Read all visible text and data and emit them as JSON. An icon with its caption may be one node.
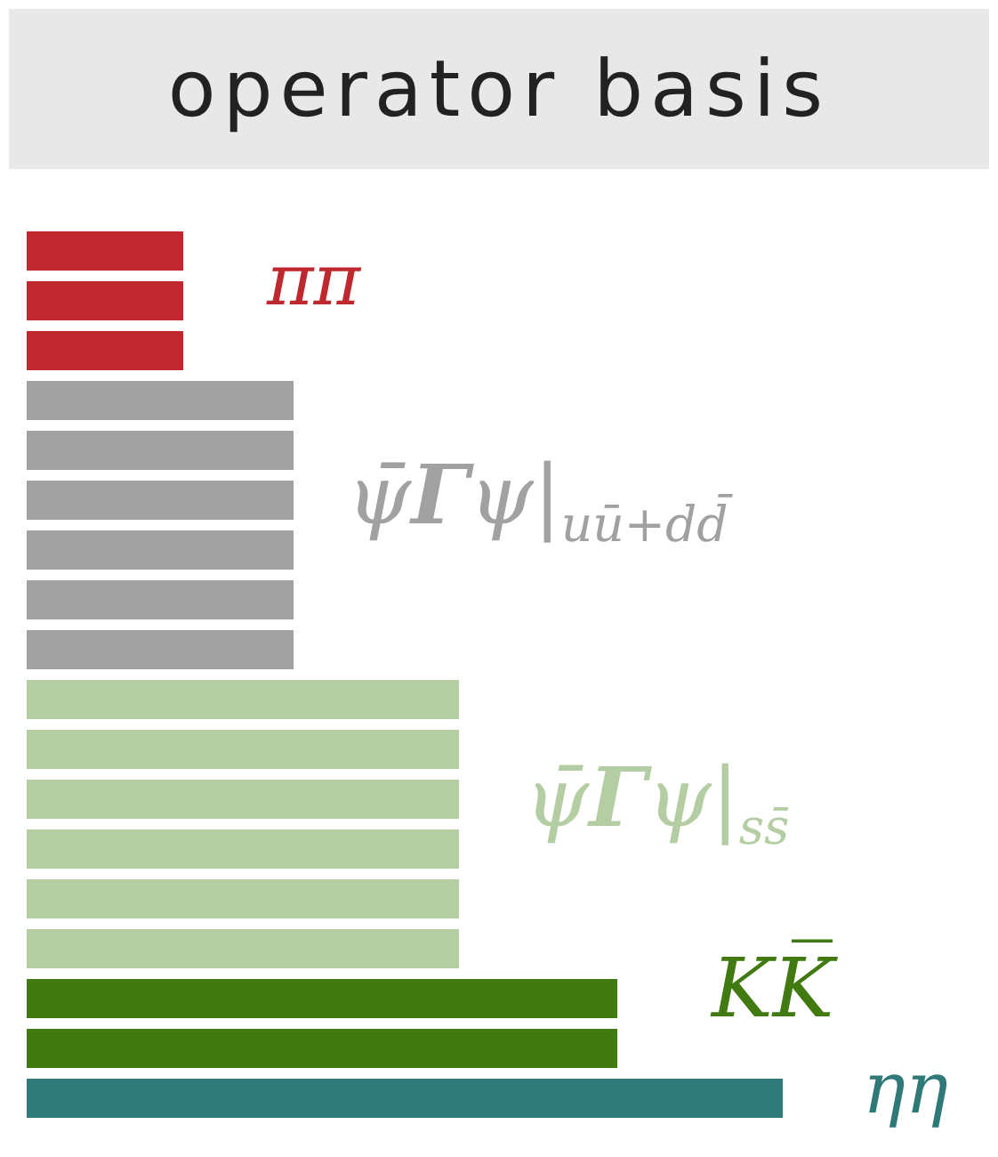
{
  "diagram": {
    "title": "operator basis",
    "nodes": [
      {
        "text": [],
        "shape": "bar"
      },
      {
        "text": [],
        "shape": "bar"
      },
      {
        "text": [],
        "shape": "bar"
      },
      {
        "text": [],
        "shape": "bar"
      },
      {
        "text": [],
        "shape": "bar"
      },
      {
        "text": [],
        "shape": "bar"
      },
      {
        "text": [],
        "shape": "bar"
      },
      {
        "text": [],
        "shape": "bar"
      },
      {
        "text": [],
        "shape": "bar"
      },
      {
        "text": [],
        "shape": "bar"
      },
      {
        "text": [],
        "shape": "bar"
      },
      {
        "text": [],
        "shape": "bar"
      },
      {
        "text": [],
        "shape": "bar"
      },
      {
        "text": [],
        "shape": "bar"
      },
      {
        "text": [],
        "shape": "bar"
      },
      {
        "text": [],
        "shape": "bar"
      },
      {
        "text": [],
        "shape": "bar"
      },
      {
        "text": [],
        "shape": "bar"
      }
    ],
    "labels": [
      "ππ",
      "ψ̄**Γ**ψ|$_{uū+dd̄}$",
      "ψ̄**Γ**ψ|$_{ss̄}$",
      "KK̅",
      "ηη"
    ]
  }
}
